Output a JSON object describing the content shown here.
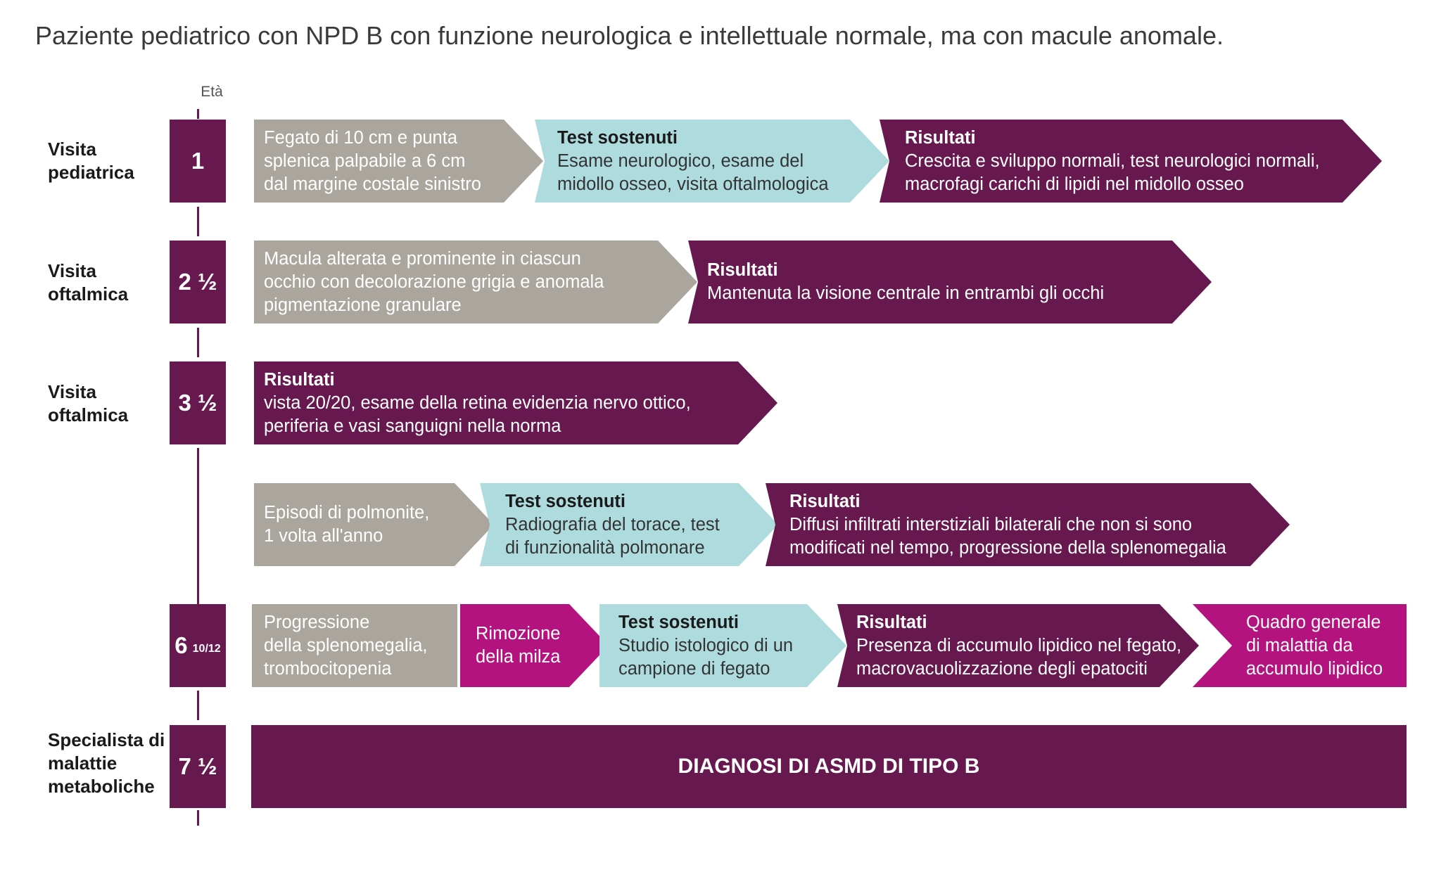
{
  "title": "Paziente pediatrico con NPD B con funzione neurologica e intellettuale normale, ma con macule anomale.",
  "age_header": "Età",
  "rows": [
    {
      "label": "Visita pediatrica",
      "age": "1",
      "arrows": [
        {
          "head": "",
          "text": "Fegato di 10 cm e punta\nsplenica palpabile a 6 cm\ndal margine costale sinistro"
        },
        {
          "head": "Test sostenuti",
          "text": "Esame neurologico, esame del\nmidollo osseo, visita oftalmologica"
        },
        {
          "head": "Risultati",
          "text": "Crescita e sviluppo normali, test neurologici normali,\nmacrofagi carichi di lipidi nel midollo osseo"
        }
      ]
    },
    {
      "label": "Visita oftalmica",
      "age": "2 ½",
      "arrows": [
        {
          "head": "",
          "text": "Macula alterata e prominente in ciascun\nocchio con decolorazione grigia e anomala\npigmentazione granulare"
        },
        {
          "head": "Risultati",
          "text": "Mantenuta la visione centrale in entrambi gli occhi"
        }
      ]
    },
    {
      "label": "Visita oftalmica",
      "age": "3 ½",
      "arrows": [
        {
          "head": "Risultati",
          "text": "vista 20/20, esame della retina evidenzia nervo ottico,\nperiferia e vasi sanguigni nella norma"
        }
      ]
    },
    {
      "label": "",
      "age": "",
      "arrows": [
        {
          "head": "",
          "text": "Episodi di polmonite,\n1 volta all'anno"
        },
        {
          "head": "Test sostenuti",
          "text": "Radiografia del torace, test\ndi funzionalità polmonare"
        },
        {
          "head": "Risultati",
          "text": "Diffusi infiltrati interstiziali bilaterali che non si sono\nmodificati nel tempo, progressione della splenomegalia"
        }
      ]
    },
    {
      "label": "",
      "age": "6",
      "age_fraction": "10/12",
      "arrows": [
        {
          "head": "",
          "text": "Progressione\ndella splenomegalia,\ntrombocitopenia"
        },
        {
          "head": "",
          "text": "Rimozione\ndella milza"
        },
        {
          "head": "Test sostenuti",
          "text": "Studio istologico di un\ncampione di fegato"
        },
        {
          "head": "Risultati",
          "text": "Presenza di accumulo lipidico nel fegato,\nmacrovacuolizzazione degli epatociti"
        },
        {
          "head": "",
          "text": "Quadro generale\ndi malattia da\naccumulo lipidico"
        }
      ]
    },
    {
      "label": "Specialista di malattie metaboliche",
      "age": "7 ½",
      "diagnosis": "DIAGNOSI DI ASMD DI TIPO B"
    }
  ],
  "colors": {
    "purple": "#66184f",
    "magenta": "#b3127f",
    "grey": "#aaa59d",
    "teal": "#aedbdd"
  }
}
